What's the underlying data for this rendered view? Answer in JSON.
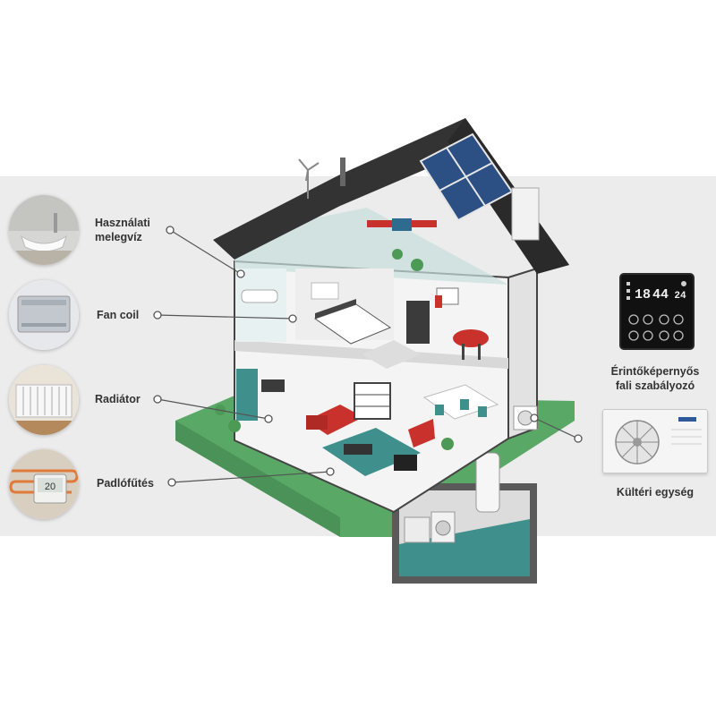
{
  "labels": {
    "hot_water": "Használati\nmelegvíz",
    "fan_coil": "Fan coil",
    "radiator": "Radiátor",
    "floor_heating": "Padlófűtés",
    "thermostat": "Érintőképernyős\nfali szabályozó",
    "outdoor_unit": "Kültéri egység"
  },
  "thermostat_readings": {
    "left": "18",
    "middle": "44",
    "right": "24"
  },
  "floor_thermostat_reading": "20",
  "colors": {
    "band": "#ececec",
    "lawn": "#5aa866",
    "roof": "#333333",
    "wall": "#f4f4f4",
    "accent_red": "#c9312c",
    "teal": "#3f8f8c",
    "connector": "#555555"
  }
}
